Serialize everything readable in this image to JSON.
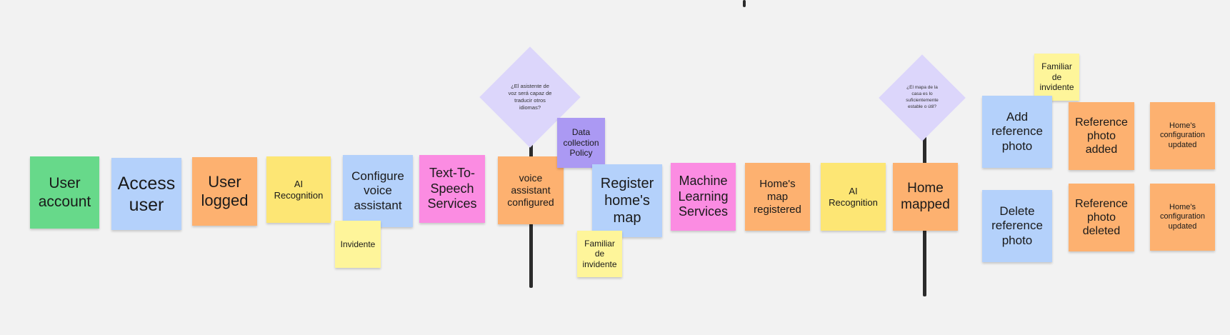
{
  "board": {
    "colors": {
      "green": "#67d98a",
      "blue": "#b4d1fb",
      "orange": "#fdb170",
      "yellow": "#fde674",
      "light_yellow": "#fef59a",
      "pink": "#fb8ce2",
      "purple": "#ab99f3",
      "diamond": "#dcd6fb",
      "background": "#f2f2f2"
    },
    "stickies": {
      "user_account": "User\naccount",
      "access_user": "Access\nuser",
      "user_logged": "User\nlogged",
      "ai_recognition_1": "AI\nRecognition",
      "configure_voice_assistant": "Configure\nvoice\nassistant",
      "invidente_1": "Invidente",
      "tts_services": "Text-To-\nSpeech\nServices",
      "voice_assistant_configured": "voice\nassistant\nconfigured",
      "data_collection_policy": "Data\ncollection\nPolicy",
      "register_homes_map": "Register\nhome's\nmap",
      "familiar_invidente_1": "Familiar\nde\ninvidente",
      "ml_services": "Machine\nLearning\nServices",
      "homes_map_registered": "Home's\nmap\nregistered",
      "ai_recognition_2": "AI\nRecognition",
      "home_mapped": "Home\nmapped",
      "familiar_invidente_2": "Familiar\nde\ninvidente",
      "add_reference_photo": "Add\nreference\nphoto",
      "reference_photo_added": "Reference\nphoto\nadded",
      "homes_config_updated_1": "Home's\nconfiguration\nupdated",
      "delete_reference_photo": "Delete\nreference\nphoto",
      "reference_photo_deleted": "Reference\nphoto\ndeleted",
      "homes_config_updated_2": "Home's\nconfiguration\nupdated"
    },
    "questions": {
      "q1": "¿El asistente de\nvoz será capaz de\ntraducir otros\nidiomas?",
      "q2": "¿El mapa de la\ncasa es lo\nsuficientemente\nestable o útil?"
    }
  }
}
